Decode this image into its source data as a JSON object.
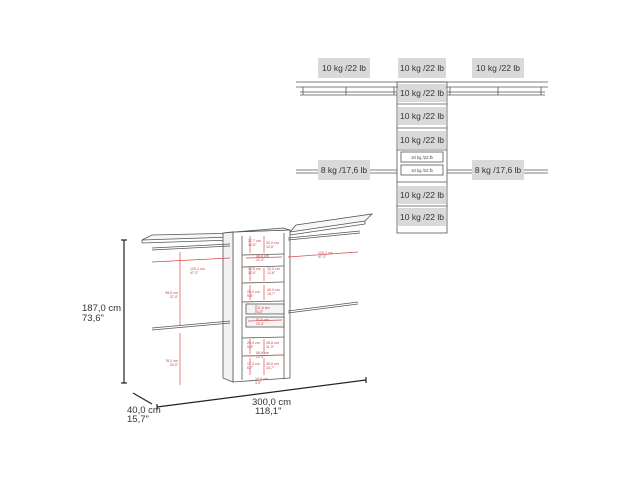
{
  "load_capacity": {
    "top_left_shelf": "10 kg /22 lb",
    "top_center_shelf": "10 kg /22 lb",
    "top_right_shelf": "10 kg /22 lb",
    "tower_shelf_1": "10 kg /22 lb",
    "tower_shelf_2": "10 kg /22 lb",
    "tower_shelf_3": "10 kg /22 lb",
    "left_rod": "8 kg /17,6 lb",
    "right_rod": "8 kg /17,6 lb",
    "drawer_1": "10 kg /22 lb",
    "drawer_2": "10 kg /22 lb",
    "tower_shelf_4": "10 kg /22 lb",
    "tower_shelf_5": "10 kg /22 lb"
  },
  "dimensions": {
    "height_cm": "187,0 cm",
    "height_in": "73,6\"",
    "width_cm": "300,0 cm",
    "width_in": "118,1\"",
    "depth_cm": "40,0 cm",
    "depth_in": "15,7\""
  },
  "inner_dimensions": {
    "upper_rod_width": "120,1 cm\n47,3\"",
    "upper_rod_width_right": "120,1 cm\n47,3\"",
    "left_upper_height": "95,0 cm\n37,4\"",
    "left_lower_height": "76,2 cm\n30,0\"",
    "tower_top_left": "27,7 cm\n10,9\"",
    "tower_top_right": "32,0 cm\n12,6\"",
    "tower_second": "56,8 cm\n22,4\"",
    "tower_third_left": "30,5 cm\n12,0\"",
    "tower_third_right": "32,0 cm\n12,6\"",
    "tower_fourth_left": "25,0 cm\n9,8\"",
    "tower_fourth_right": "40,0 cm\n15,7\"",
    "drawer_height": "11,6 cm\n4,5\"",
    "drawer_width": "51,6 cm\n20,3\"",
    "tower_lower_left": "25,0 cm\n9,8\"",
    "tower_lower_right": "28,8 cm\n11,3\"",
    "tower_lower_width": "56,8 cm\n22,4\"",
    "tower_bottom_left": "17,0 cm\n6,7\"",
    "tower_bottom_right": "40,0 cm\n15,7\"",
    "base": "10,0 cm\n3,9\""
  },
  "colors": {
    "label_fill": "#d9d9d9",
    "line": "#444444",
    "dimension_red": "#d94a4a"
  }
}
